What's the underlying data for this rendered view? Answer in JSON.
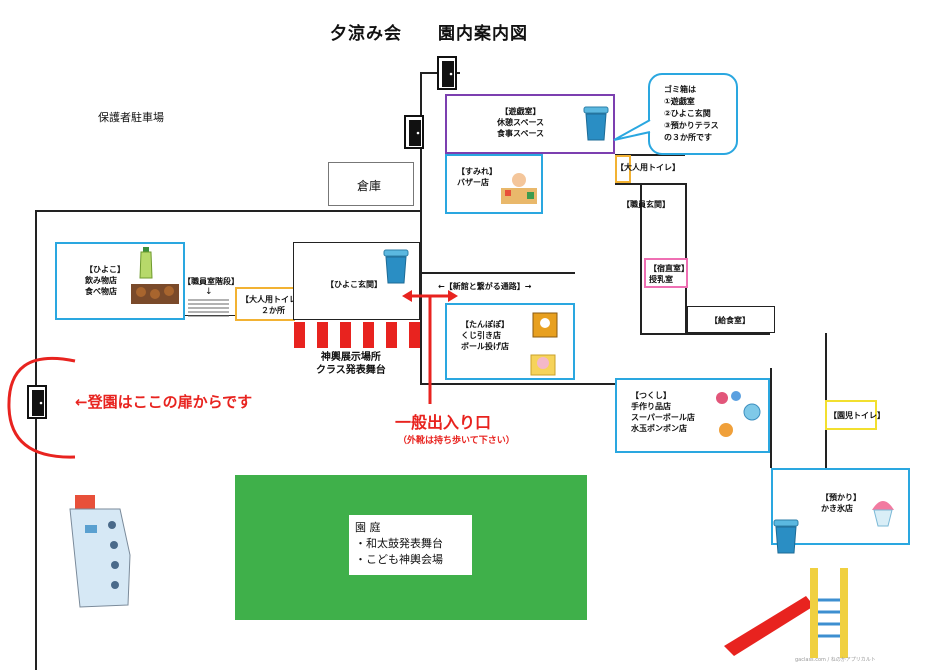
{
  "title": "夕涼み会　　園内案内図",
  "areas": {
    "parking": "保護者駐車場",
    "storage": "倉庫",
    "play_room": [
      "【遊戯室】",
      "休憩スペース",
      "食事スペース"
    ],
    "trash_note": [
      "ゴミ箱は",
      "①遊戯室",
      "②ひよこ玄関",
      "③預かりテラス",
      "の３か所です"
    ],
    "adult_toilet_right": "【大人用トイレ】",
    "sumire": [
      "【すみれ】",
      "バザー店"
    ],
    "staff_entrance": "【職員玄関】",
    "hiyoko": [
      "【ひよこ】",
      "飲み物店",
      "食べ物店"
    ],
    "staff_stairs": "【職員室階段】",
    "adult_toilet_left": [
      "【大人用トイレ】",
      "２か所"
    ],
    "hiyoko_entrance": "【ひよこ玄関】",
    "passage": "←【新館と繋がる通路】→",
    "night_room": [
      "【宿直室】",
      "授乳室"
    ],
    "kitchen": "【給食室】",
    "tanpopo": [
      "【たんぽぽ】",
      "くじ引き店",
      "ボール投げ店"
    ],
    "mikoshi_stage": [
      "神輿展示場所",
      "クラス発表舞台"
    ],
    "tsukushi": [
      "【つくし】",
      "手作り品店",
      "スーパーボール店",
      "水玉ポンポン店"
    ],
    "child_toilet": "【園児トイレ】",
    "azukari": [
      "【預かり】",
      "かき氷店"
    ],
    "garden": [
      "園 庭",
      "・和太鼓発表舞台",
      "・こども神輿会場"
    ]
  },
  "notes": {
    "entrance_arrow": "←登園はここの扉からです",
    "general_entrance": "一般出入り口",
    "shoes_note": "（外靴は持ち歩いて下さい）",
    "credit": "gaclass.com / ねのかアプリカルト"
  },
  "colors": {
    "blue": "#2aa7e0",
    "purple": "#7c3fb0",
    "orange": "#f2b233",
    "pink": "#ef6fb3",
    "yellow": "#f2df2f",
    "red": "#e8231f",
    "garden_green": "#3fb04a"
  },
  "icons": [
    "door-icon",
    "trash-can-icon",
    "ship-icon",
    "slide-icon",
    "drink-bottle-icon",
    "food-tray-icon",
    "shop-stall-icon",
    "lottery-box-icon",
    "rabbit-toy-icon",
    "craft-items-icon",
    "shaved-ice-icon"
  ]
}
